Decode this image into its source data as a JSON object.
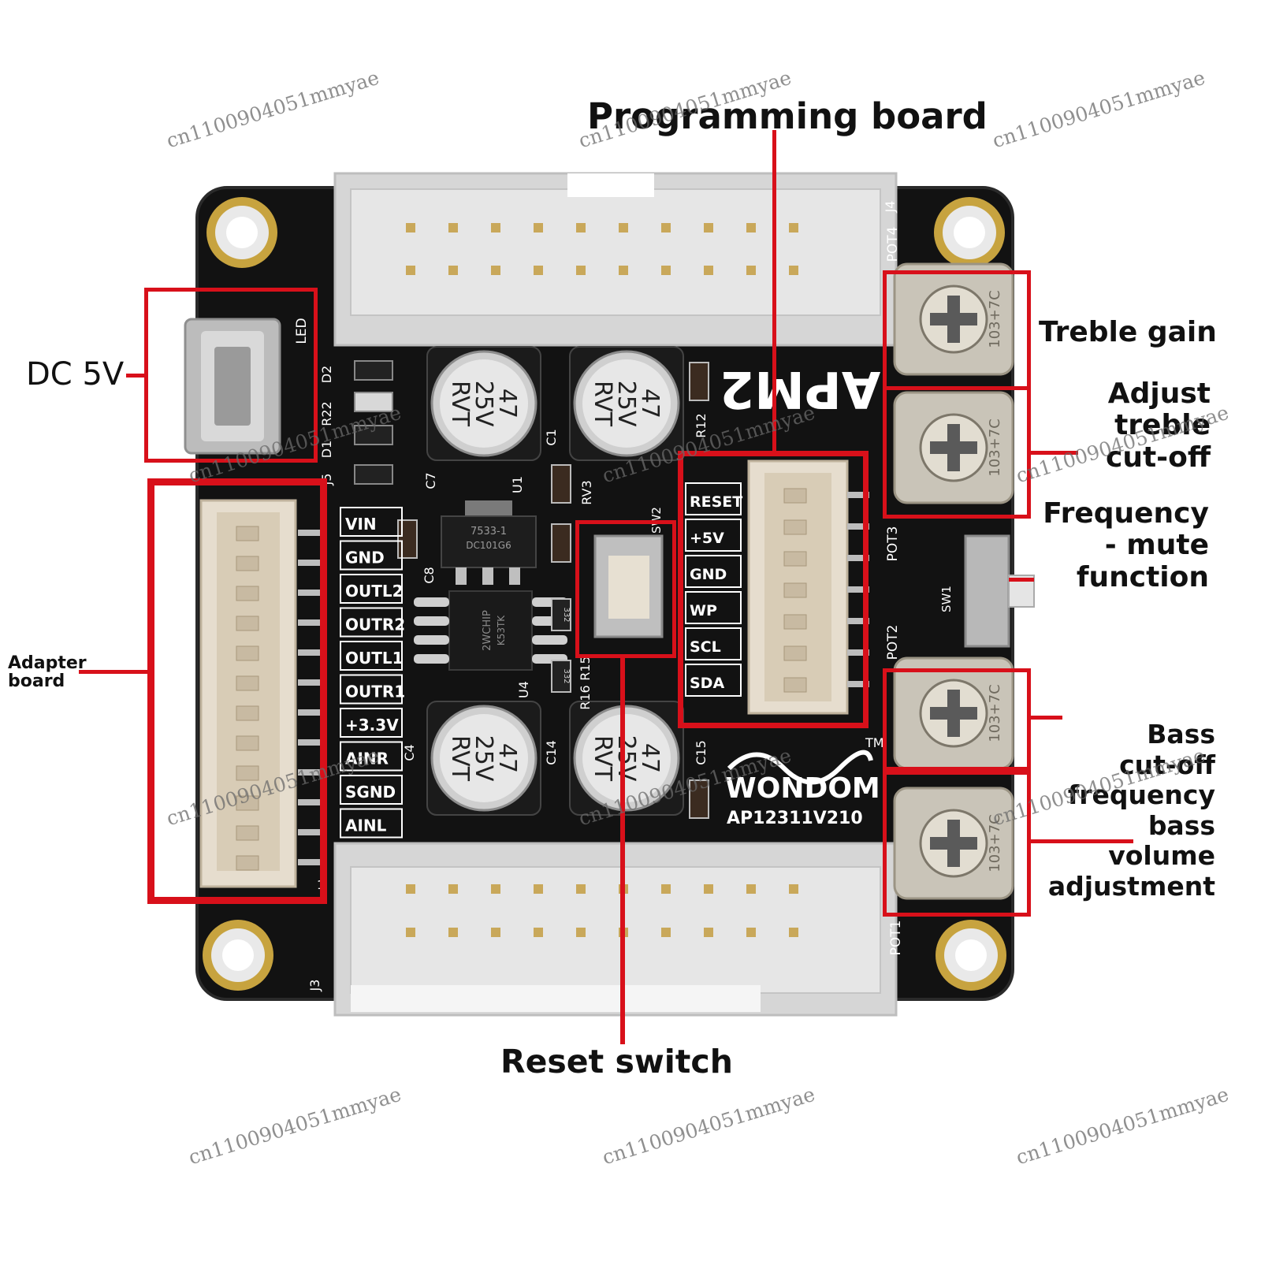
{
  "callouts": {
    "programming_board": "Programming board",
    "dc_5v": "DC 5V",
    "adapter_board": "Adapter\nboard",
    "reset_switch": "Reset switch",
    "treble_gain": "Treble gain",
    "adjust_treble_cutoff": "Adjust\ntreble\ncut-off",
    "frequency_mute": "Frequency\n- mute\nfunction",
    "bass_cutoff": "Bass\ncut-off\nfrequency\nbass\nvolume\nadjustment"
  },
  "watermark": "cn1100904051mmyae",
  "silkscreen": {
    "left_pins": [
      "VIN",
      "GND",
      "OUTL2",
      "OUTR2",
      "OUTL1",
      "OUTR1",
      "+3.3V",
      "AINR",
      "SGND",
      "AINL"
    ],
    "prog_pins": [
      "RESET",
      "+5V",
      "GND",
      "WP",
      "SCL",
      "SDA"
    ],
    "brand_logo": "APM2",
    "maker": "WONDOM",
    "tm": "TM",
    "model": "AP12311V210",
    "led": "LED",
    "pot_labels": [
      "POT4",
      "POT3",
      "POT2",
      "POT1"
    ],
    "sw1": "SW1",
    "sw2": "SW2",
    "pot_marking": "103+7C",
    "cap_value": "47",
    "cap_voltage": "25V",
    "cap_series": "RVT",
    "refs": [
      "D2",
      "R22",
      "D1",
      "J5",
      "C7",
      "U1",
      "C8",
      "C1",
      "RV3",
      "R15",
      "R16",
      "U4",
      "C4",
      "C14",
      "C15",
      "J3",
      "J4",
      "R12"
    ],
    "regulator": "7533-1",
    "regulator_code": "DC101G6",
    "chip": "2WCHIP",
    "chip_code": "K53TK",
    "resistor_code": "332",
    "pin_one": "1"
  },
  "colors": {
    "board": "#121212",
    "highlight": "#d8101a",
    "connector": "#d9d9d9",
    "pot": "#c9c4b8"
  }
}
